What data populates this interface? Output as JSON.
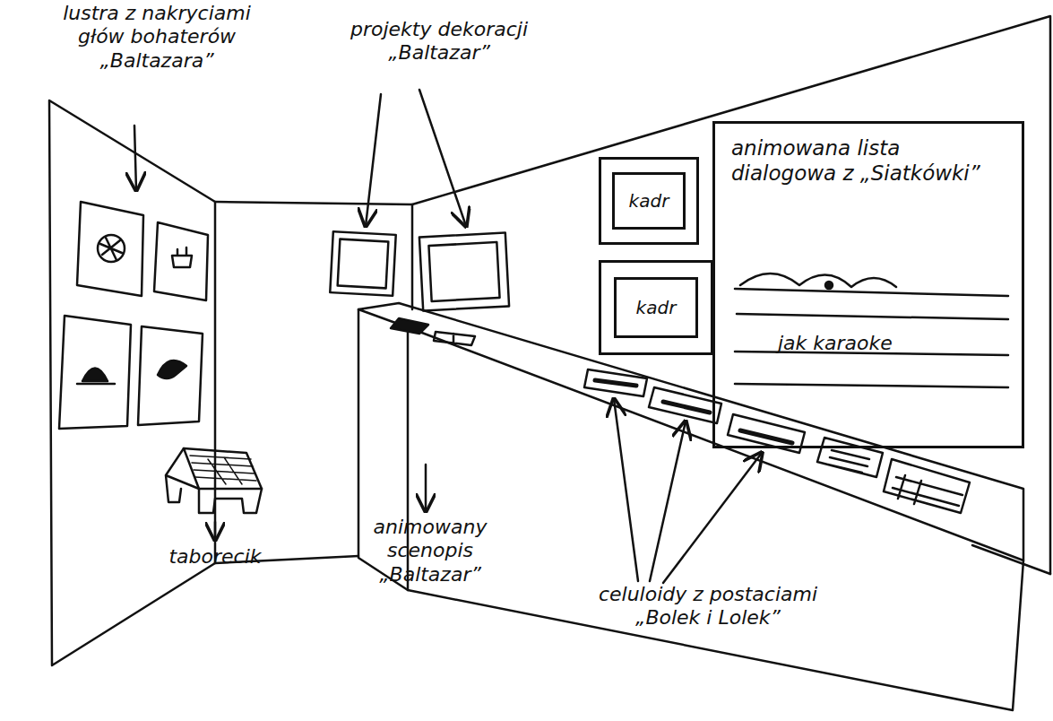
{
  "diagram": {
    "nodes": [
      {
        "text": [
          "kadr"
        ]
      },
      {
        "text": [
          "kadr"
        ]
      },
      {
        "text": [
          "animowana lista dialogowa z „Siatkówki”",
          "jak karaoke"
        ]
      }
    ],
    "labels": [
      "lustra z nakryciami głów bohaterów „Baltazara”",
      "projekty dekoracji „Baltazar”",
      "taborecik",
      "animowany scenopis „Baltazar”",
      "celuloidy z postaciami „Bolek i Lolek”"
    ]
  }
}
